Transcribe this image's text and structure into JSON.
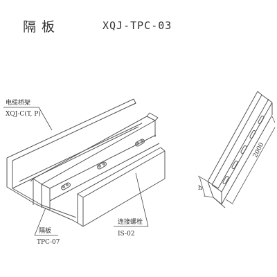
{
  "title": {
    "name_cn": "隔板",
    "code": "XQJ-TPC-03"
  },
  "callouts": {
    "tray": {
      "line1": "电缆桥架",
      "line2": "XQJ-C(T, P)"
    },
    "partition": {
      "line1": "隔板",
      "line2": "TPC-07"
    },
    "bolt": {
      "line1": "连接螺栓",
      "line2": "IS-02"
    }
  },
  "dimensions": {
    "length": "2000",
    "height": "h"
  }
}
